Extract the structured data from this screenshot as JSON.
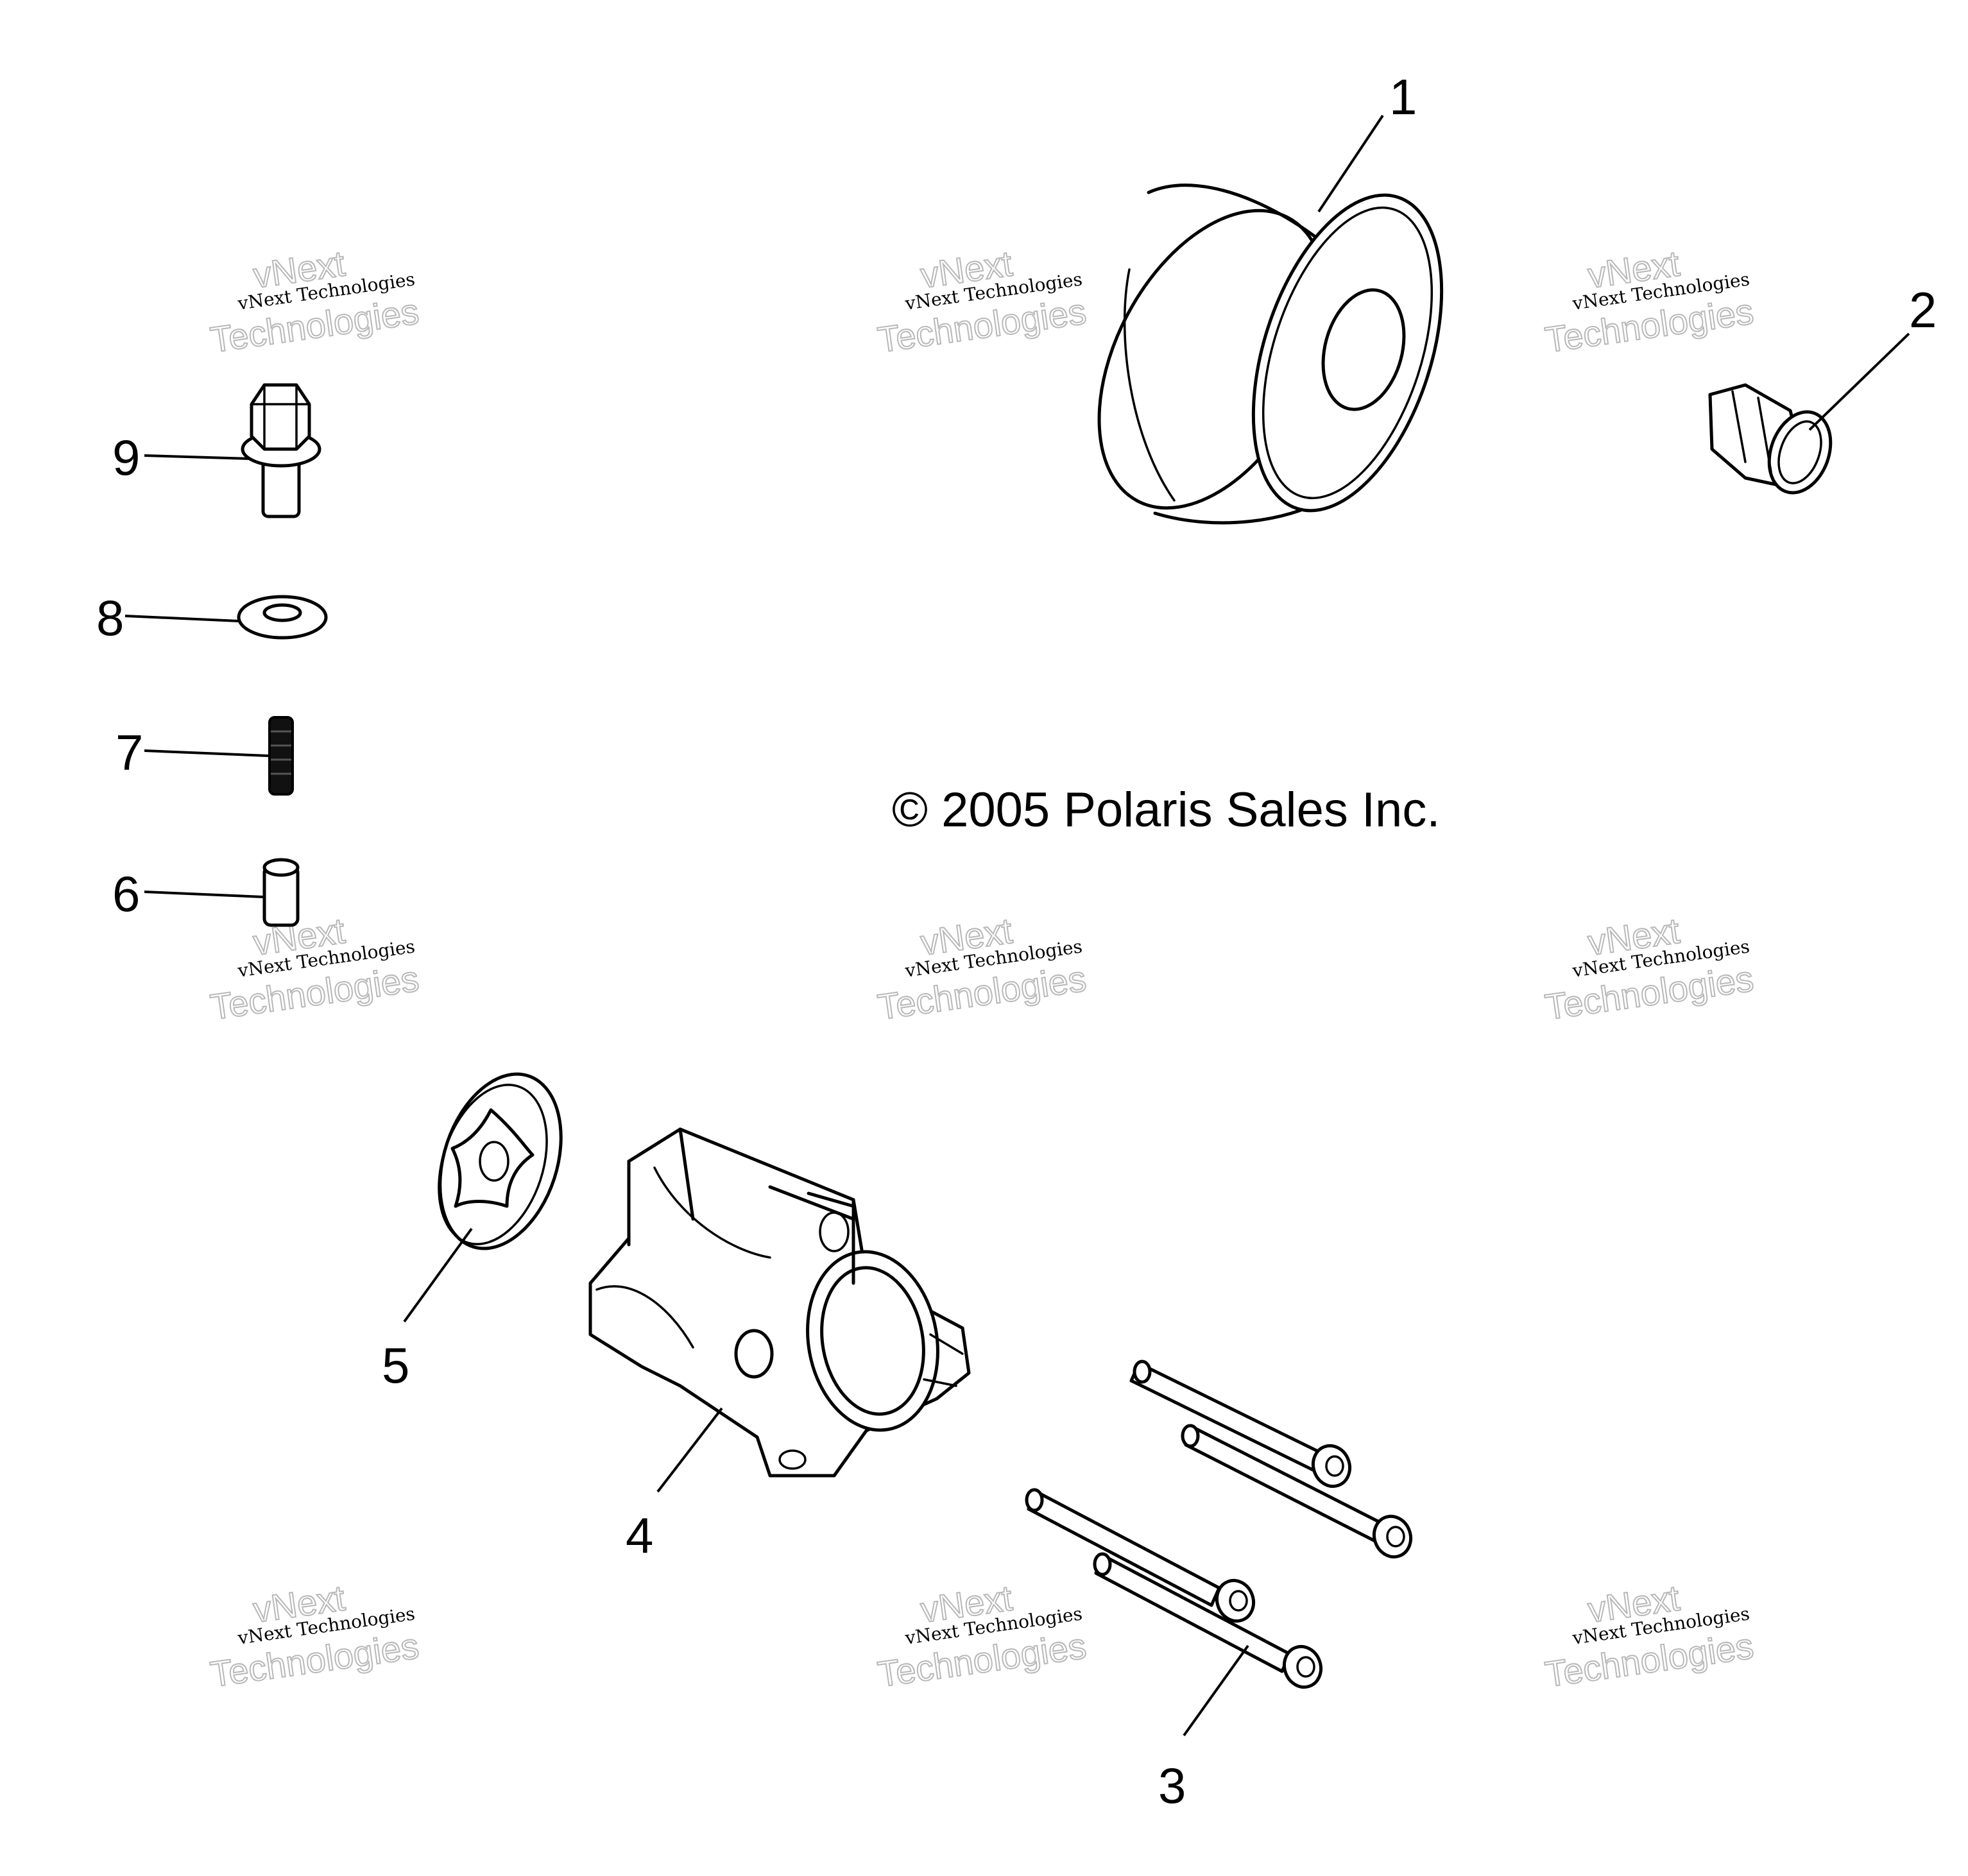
{
  "copyright": "© 2005 Polaris Sales Inc.",
  "watermark": {
    "line1": "vNext",
    "line2": "vNext Technologies",
    "line3": "Technologies"
  },
  "callouts": [
    "1",
    "2",
    "3",
    "4",
    "5",
    "6",
    "7",
    "8",
    "9"
  ]
}
